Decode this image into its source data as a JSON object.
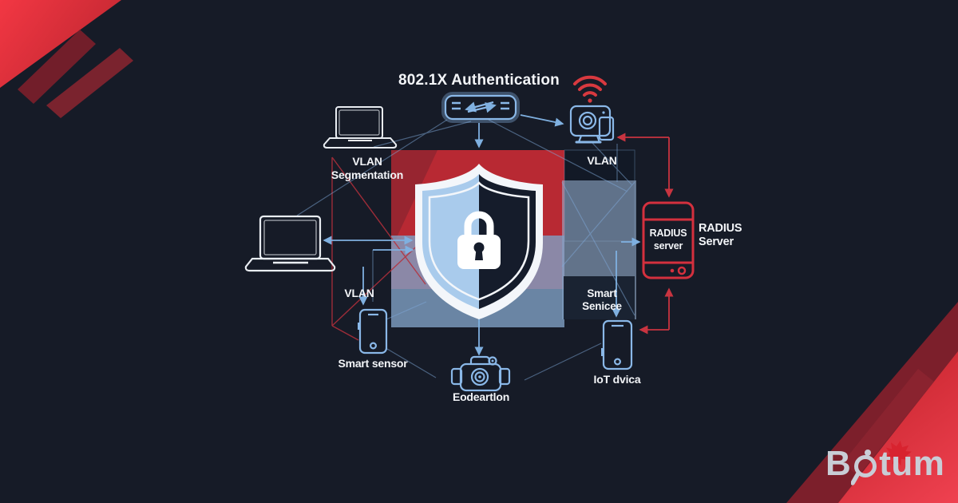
{
  "title": "802.1X Authentication",
  "diagram": {
    "labels": {
      "vlan_segmentation_line1": "VLAN",
      "vlan_segmentation_line2": "Segmentation",
      "vlan_right": "VLAN",
      "vlan_left": "VLAN",
      "radius_box_line1": "RADIUS",
      "radius_box_line2": "server",
      "radius_label_line1": "RADIUS",
      "radius_label_line2": "Server",
      "smart_sensor": "Smart sensor",
      "smart_service_line1": "Smart",
      "smart_service_line2": "Senicee",
      "iot_device": "IoT dvica",
      "federation": "Eodeartlon"
    },
    "icons": {
      "network_switch": "blue switch box with crossing arrows",
      "wifi_camera": "security camera with red wifi waves",
      "laptop_top": "white laptop outline",
      "laptop_left": "white laptop outline",
      "smartphone_left": "blue smartphone outline",
      "smartphone_right": "blue smartphone outline",
      "iot_camera": "blue camera outline",
      "radius_server": "red server tower outline",
      "shield_lock": "split shield with white padlock"
    }
  },
  "brand": {
    "name": "Botum",
    "prefix": "B",
    "suffix": "tum"
  },
  "colors": {
    "background": "#161b27",
    "bright_red": "#e8333f",
    "panel_red": "#bf2a34",
    "maroon": "#7c1f2b",
    "shield_light": "#a9cbec",
    "shield_dark": "#151c2b",
    "line_blue": "#7fb0e0",
    "icon_blue": "#8ab8e8",
    "radius_red": "#d4303e",
    "wifi_red": "#d8393f",
    "label_text": "#f3f5f8",
    "logo_gray": "#c9cdd6",
    "leaf_red": "#d8232f"
  }
}
